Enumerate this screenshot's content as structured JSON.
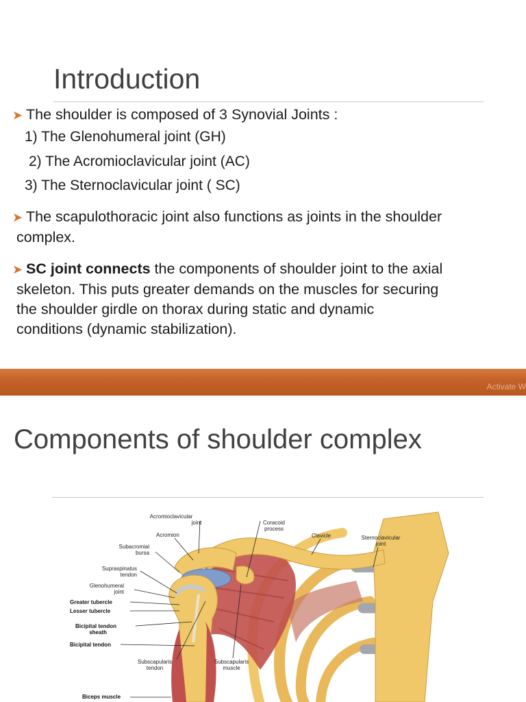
{
  "slide1": {
    "title": "Introduction",
    "bullet1": "The shoulder is composed of 3 Synovial Joints :",
    "joints": [
      "1) The Glenohumeral joint (GH)",
      "2) The Acromioclavicular joint (AC)",
      "3) The Sternoclavicular joint ( SC)"
    ],
    "bullet2": "The scapulothoracic joint also functions as joints in the shoulder",
    "bullet2_cont": "complex.",
    "bullet3_bold": "SC joint connects",
    "bullet3_rest": " the components of shoulder joint to the axial",
    "bullet3_lines": [
      "skeleton. This puts greater demands on the muscles for securing",
      "the shoulder girdle on thorax during static and dynamic",
      "conditions (dynamic stabilization)."
    ]
  },
  "watermark": "Activate W",
  "slide2": {
    "title": "Components of shoulder complex",
    "figure_labels": {
      "acromioclavicular_joint": [
        "Acromioclavicular",
        "joint"
      ],
      "acromion": "Acromion",
      "coracoid_process": [
        "Coracoid",
        "process"
      ],
      "clavicle": "Clavicle",
      "sternoclavicular_joint": [
        "Sternoclavicular",
        "joint"
      ],
      "subacromial_bursa": [
        "Subacromial",
        "bursa"
      ],
      "supraspinatus_tendon": [
        "Supraspinatus",
        "tendon"
      ],
      "glenohumeral_joint": [
        "Glenohumeral",
        "joint"
      ],
      "greater_tubercle": "Greater tubercle",
      "lesser_tubercle": "Lesser tubercle",
      "bicipital_tendon_sheath": [
        "Bicipital tendon",
        "sheath"
      ],
      "bicipital_tendon": "Bicipital tendon",
      "subscapularis_tendon": [
        "Subscapularis",
        "tendon"
      ],
      "subscapularis_muscle": [
        "Subscapularis",
        "muscle"
      ],
      "biceps_muscle": "Biceps muscle"
    }
  },
  "colors": {
    "accent": "#d7762f",
    "bar": "#c4622a",
    "bone": "#f0c86a",
    "muscle": "#c0504d",
    "cartilage": "#9aa0a8",
    "bursa": "#7f9ccc"
  }
}
